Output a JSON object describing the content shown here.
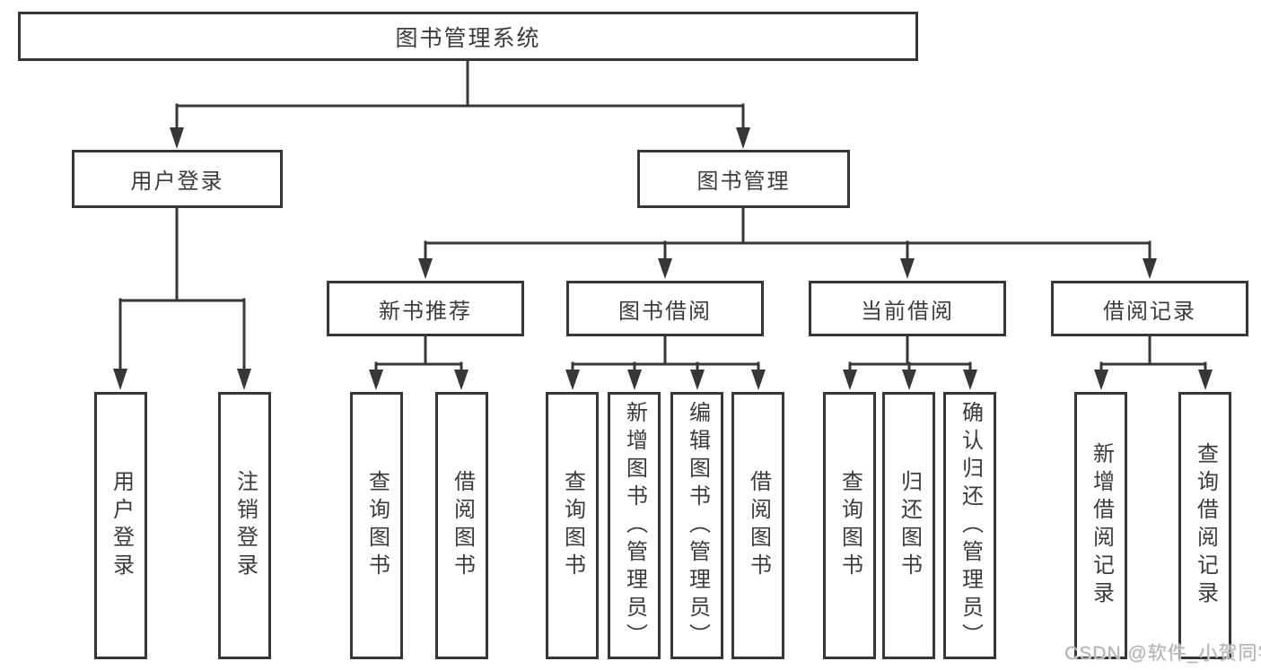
{
  "tree": {
    "root": {
      "label": "图书管理系统"
    },
    "branches": [
      {
        "label": "用户登录",
        "children": [
          {
            "label": "用户登录"
          },
          {
            "label": "注销登录"
          }
        ]
      },
      {
        "label": "图书管理",
        "groups": [
          {
            "label": "新书推荐",
            "children": [
              {
                "label": "查询图书"
              },
              {
                "label": "借阅图书"
              }
            ]
          },
          {
            "label": "图书借阅",
            "children": [
              {
                "label": "查询图书"
              },
              {
                "label": "新增图书（管理员）"
              },
              {
                "label": "编辑图书（管理员）"
              },
              {
                "label": "借阅图书"
              }
            ]
          },
          {
            "label": "当前借阅",
            "children": [
              {
                "label": "查询图书"
              },
              {
                "label": "归还图书"
              },
              {
                "label": "确认归还（管理员）"
              }
            ]
          },
          {
            "label": "借阅记录",
            "children": [
              {
                "label": "新增借阅记录"
              },
              {
                "label": "查询借阅记录"
              }
            ]
          }
        ]
      }
    ]
  },
  "watermark": "CSDN @软件_小贺同学",
  "colors": {
    "line": "#373737",
    "box_border": "#373737",
    "text": "#3b3b3b",
    "background": "#ffffff",
    "watermark": "#b2b2b2"
  }
}
